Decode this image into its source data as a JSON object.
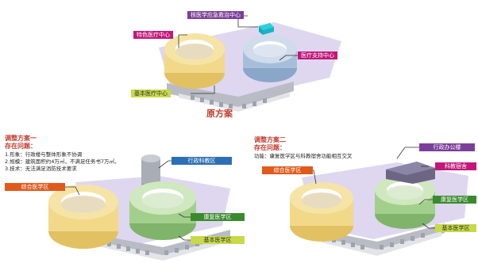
{
  "top": {
    "caption": "原方案",
    "labels": {
      "emergency": "核医学应急救治中心",
      "specialty": "特色医疗中心",
      "support": "医疗支持中心",
      "basic": "基本医疗中心"
    }
  },
  "plan1": {
    "title": "调整方案一",
    "issues_heading": "存在问题：",
    "issues": [
      "1.形象：行政楼与整体形象不协调",
      "2.规模：建筑面积约4万㎡，不满足任务书7万㎡。",
      "3.技术：无法满足消防技术要求"
    ],
    "labels": {
      "admin_edu": "行政科教区",
      "general": "综合医学区",
      "rehab": "康复医学区",
      "basic": "基本医学区"
    }
  },
  "plan2": {
    "title": "调整方案二",
    "issues_heading": "存在问题：",
    "issues": [
      "功能：康复医学区与科教宿舍功能相互交叉"
    ],
    "labels": {
      "admin_office": "行政办公楼",
      "general": "综合医学区",
      "dorm": "科教宿舍",
      "rehab": "康复医学区",
      "basic": "基本医学区"
    }
  },
  "colors": {
    "purple": "#7b3f99",
    "magenta": "#c2187a",
    "green": "#3a8a2e",
    "yellow_green": "#c8d94a",
    "orange": "#e05a1c",
    "blue": "#2c6fb5",
    "red_text": "#c0392b"
  }
}
